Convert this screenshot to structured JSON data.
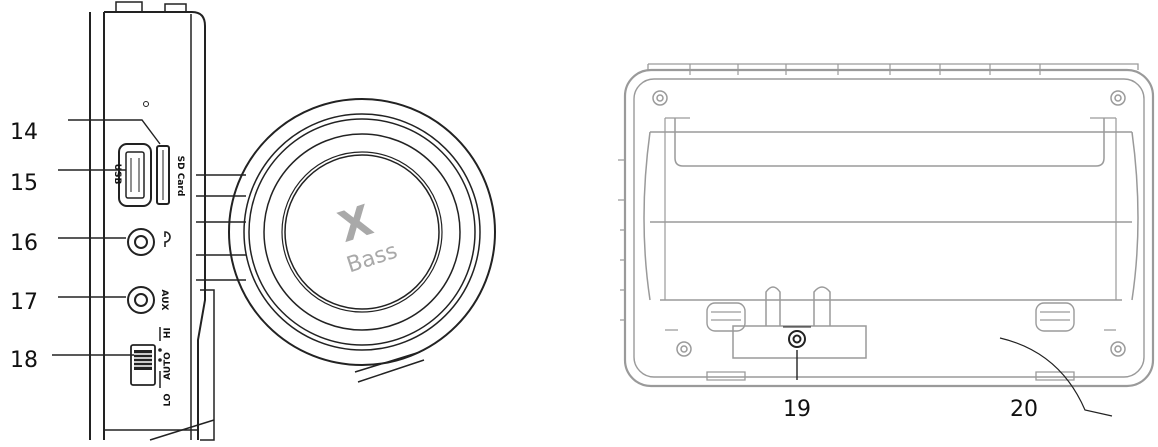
{
  "callouts": {
    "c14": "14",
    "c15": "15",
    "c16": "16",
    "c17": "17",
    "c18": "18",
    "c19": "19",
    "c20": "20"
  },
  "port_labels": {
    "usb": "USB",
    "sd_card": "SD Card",
    "aux": "AUX",
    "hi": "HI",
    "auto": "AUTO",
    "lo": "LO"
  },
  "logo": {
    "mark": "X",
    "word": "Bass"
  },
  "icons": {
    "headphone": "headphone-icon"
  },
  "colors": {
    "line": "#222222",
    "light_line": "#9a9a9a",
    "logo": "#a9a9a9"
  }
}
